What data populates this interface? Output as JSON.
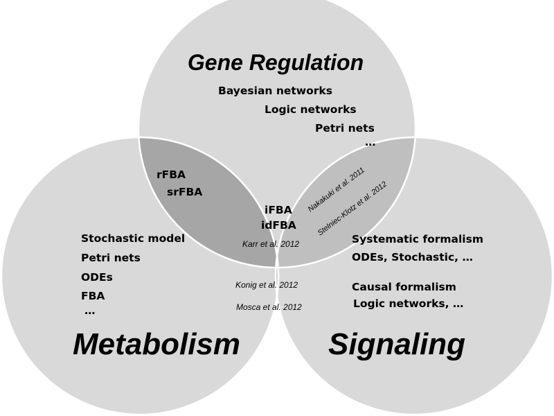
{
  "colors": {
    "circle_fill": "#d9d9d9",
    "circle_stroke": "#ffffff",
    "pair_overlap_gene_metabolism": "#a6a6a6",
    "pair_overlap_gene_signaling": "#bfbfbf",
    "pair_overlap_metabolism_signaling": "#bfbfbf",
    "triple_overlap": "#bfbfbf",
    "text": "#000000"
  },
  "sets": {
    "gene_regulation": {
      "title": "Gene Regulation",
      "items": [
        "Bayesian networks",
        "Logic networks",
        "Petri nets",
        "…"
      ]
    },
    "metabolism": {
      "title": "Metabolism",
      "items": [
        "Stochastic model",
        "Petri nets",
        "ODEs",
        "FBA",
        "…"
      ]
    },
    "signaling": {
      "title": "Signaling",
      "items": [
        "Systematic formalism",
        "ODEs, Stochastic, …",
        "Causal formalism",
        "Logic networks, …"
      ]
    }
  },
  "overlaps": {
    "gene_metabolism": {
      "items": [
        "rFBA",
        "srFBA"
      ]
    },
    "gene_signaling": {
      "citations": [
        "Nakakuki et al. 2011",
        "Stelniec-Klotz et al. 2012"
      ]
    },
    "all_three": {
      "items": [
        "iFBA",
        "idFBA"
      ],
      "citation": "Karr et al. 2012"
    },
    "metabolism_signaling": {
      "citations": [
        "Konig et al. 2012",
        "Mosca et al. 2012"
      ]
    }
  }
}
